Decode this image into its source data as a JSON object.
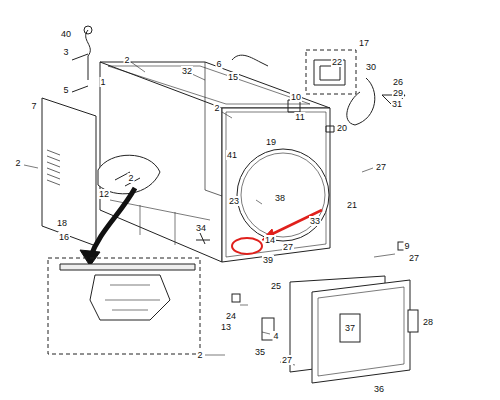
{
  "diagram": {
    "labels": [
      "40",
      "3",
      "2",
      "32",
      "6",
      "15",
      "17",
      "22",
      "30",
      "1",
      "5",
      "26",
      "29",
      "31",
      "7",
      "2",
      "10",
      "11",
      "20",
      "19",
      "41",
      "27",
      "2",
      "12",
      "2",
      "23",
      "38",
      "21",
      "18",
      "16",
      "33",
      "14",
      "27",
      "34",
      "39",
      "9",
      "27",
      "25",
      "24",
      "28",
      "37",
      "13",
      "4",
      "35",
      "2",
      "27",
      "36"
    ]
  }
}
